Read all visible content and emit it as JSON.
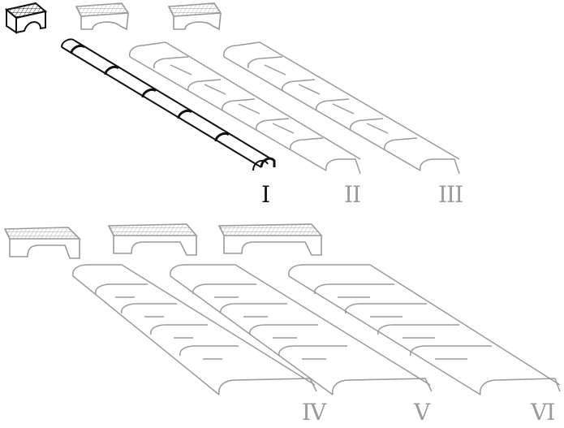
{
  "figure": {
    "description": "Conduit / cable-cover segment variants with cross-section end caps",
    "colors": {
      "primary": "#111111",
      "secondary": "#9a9a9a",
      "background": "#ffffff"
    },
    "variants": [
      {
        "id": "I",
        "label": "I",
        "style": "highlighted"
      },
      {
        "id": "II",
        "label": "II",
        "style": "muted"
      },
      {
        "id": "III",
        "label": "III",
        "style": "muted"
      },
      {
        "id": "IV",
        "label": "IV",
        "style": "muted"
      },
      {
        "id": "V",
        "label": "V",
        "style": "muted"
      },
      {
        "id": "VI",
        "label": "VI",
        "style": "muted"
      }
    ]
  }
}
